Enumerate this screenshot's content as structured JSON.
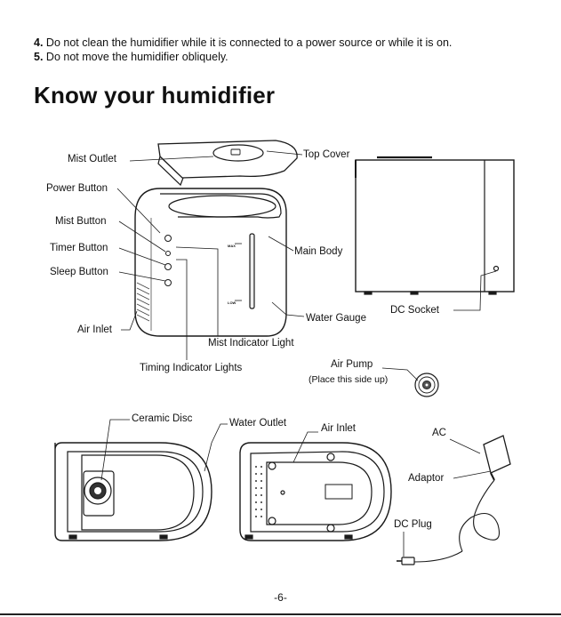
{
  "notes": [
    {
      "num": "4.",
      "text": "Do not clean the humidifier while it is connected to a power source or while it is on."
    },
    {
      "num": "5.",
      "text": "Do not move the humidifier obliquely."
    }
  ],
  "heading": "Know your humidifier",
  "labels": {
    "mist_outlet": "Mist Outlet",
    "top_cover": "Top Cover",
    "power_button": "Power Button",
    "mist_button": "Mist Button",
    "timer_button": "Timer Button",
    "sleep_button": "Sleep Button",
    "air_inlet_left": "Air Inlet",
    "main_body": "Main Body",
    "water_gauge": "Water Gauge",
    "dc_socket": "DC Socket",
    "mist_indicator_light": "Mist Indicator Light",
    "timing_indicator_lights": "Timing Indicator Lights",
    "air_pump": "Air Pump",
    "air_pump_note": "(Place this side up)",
    "ceramic_disc": "Ceramic Disc",
    "water_outlet": "Water Outlet",
    "air_inlet_bottom": "Air Inlet",
    "ac": "AC",
    "adaptor": "Adaptor",
    "dc_plug": "DC Plug"
  },
  "gauge": {
    "max": "MAX",
    "low": "LOW"
  },
  "page_number": "-6-"
}
